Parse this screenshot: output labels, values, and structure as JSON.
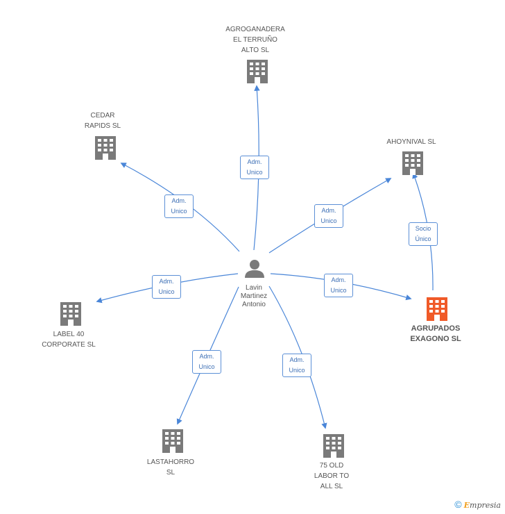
{
  "center": {
    "name": "Lavin\nMartinez\nAntonio"
  },
  "companies": {
    "agroganadera": "AGROGANADERA\nEL TERRUÑO\nALTO  SL",
    "cedar": "CEDAR\nRAPIDS SL",
    "ahoynival": "AHOYNIVAL SL",
    "label40": "LABEL 40\nCORPORATE  SL",
    "agrupados": "AGRUPADOS\nEXAGONO SL",
    "lastahorro": "LASTAHORRO\nSL",
    "oldlabor": "75 OLD\nLABOR TO\nALL SL"
  },
  "edges": {
    "adm": "Adm.\nUnico",
    "socio": "Socio\nÚnico"
  },
  "colors": {
    "edge": "#4a86d8",
    "building": "#7a7a7a",
    "highlight": "#f05a28",
    "person": "#7a7a7a"
  },
  "footer": {
    "copyright": "©",
    "brand_initial": "E",
    "brand_rest": "mpresia"
  }
}
